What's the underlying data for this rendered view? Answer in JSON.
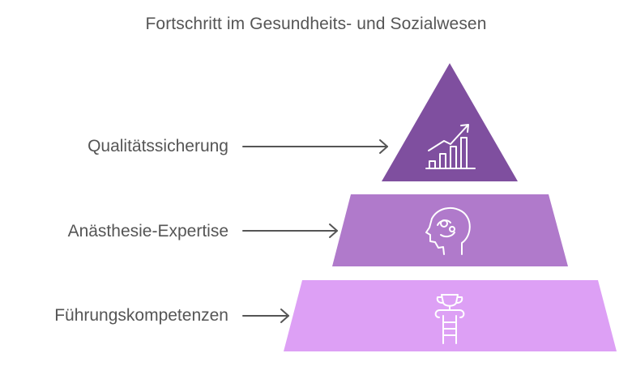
{
  "title": "Fortschritt im Gesundheits- und Sozialwesen",
  "levels": [
    {
      "label": "Qualitätssicherung",
      "color": "#7F4F9F",
      "icon": "bar-chart-trend-icon"
    },
    {
      "label": "Anästhesie-Expertise",
      "color": "#B07ACB",
      "icon": "head-brain-icon"
    },
    {
      "label": "Führungskompetenzen",
      "color": "#DDA0F5",
      "icon": "trophy-ladder-icon"
    }
  ],
  "colors": {
    "text": "#555555",
    "arrow": "#555555",
    "icon_stroke": "#ffffff"
  }
}
